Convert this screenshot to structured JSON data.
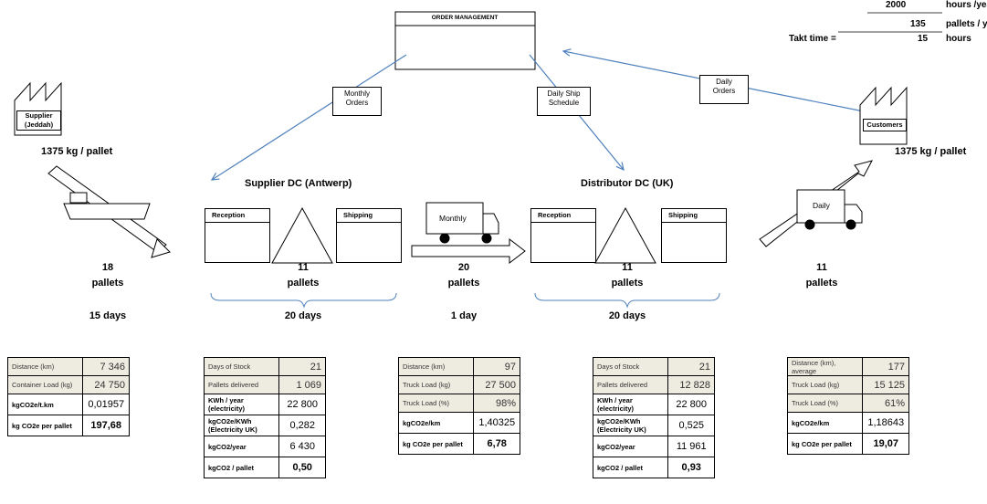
{
  "takt": {
    "hours_value": "2000",
    "hours_unit": "hours /year",
    "pallets_value": "135",
    "pallets_unit": "pallets / year",
    "label": "Takt time =",
    "takt_value": "15",
    "takt_unit": "hours"
  },
  "order_management": {
    "title": "ORDER MANAGEMENT"
  },
  "flows": {
    "monthly_orders": "Monthly\nOrders",
    "daily_ship": "Daily Ship\nSchedule",
    "daily_orders": "Daily\nOrders"
  },
  "supplier": {
    "name": "Supplier\n(Jeddah)",
    "pallet_weight": "1375 kg / pallet"
  },
  "customers": {
    "name": "Customers",
    "pallet_weight": "1375 kg / pallet"
  },
  "supplier_dc": {
    "title": "Supplier DC (Antwerp)",
    "reception": "Reception",
    "shipping": "Shipping"
  },
  "distributor_dc": {
    "title": "Distributor DC (UK)",
    "reception": "Reception",
    "shipping": "Shipping"
  },
  "trucks": {
    "monthly": "Monthly",
    "daily": "Daily"
  },
  "inventory": [
    {
      "count": "18",
      "unit": "pallets",
      "time": "15 days"
    },
    {
      "count": "11",
      "unit": "pallets",
      "time": "20 days"
    },
    {
      "count": "20",
      "unit": "pallets",
      "time": "1 day"
    },
    {
      "count": "11",
      "unit": "pallets",
      "time": "20 days"
    },
    {
      "count": "11",
      "unit": "pallets",
      "time": ""
    }
  ],
  "tables": [
    {
      "rows": [
        {
          "k": "Distance (km)",
          "v": "7 346",
          "style": "shade"
        },
        {
          "k": "Container Load (kg)",
          "v": "24 750",
          "style": "shade"
        },
        {
          "k": "kgCO2e/t.km",
          "v": "0,01957",
          "style": "plain"
        },
        {
          "k": "kg CO2e per pallet",
          "v": "197,68",
          "style": "plainbold"
        }
      ]
    },
    {
      "rows": [
        {
          "k": "Days of Stock",
          "v": "21",
          "style": "shade"
        },
        {
          "k": "Pallets delivered",
          "v": "1 069",
          "style": "shade"
        },
        {
          "k": "KWh / year (electricity)",
          "v": "22 800",
          "style": "plain"
        },
        {
          "k": "kgCO2e/KWh (Electricity UK)",
          "v": "0,282",
          "style": "plain"
        },
        {
          "k": "kgCO2/year",
          "v": "6 430",
          "style": "plain"
        },
        {
          "k": "kgCO2 / pallet",
          "v": "0,50",
          "style": "plainbold"
        }
      ]
    },
    {
      "rows": [
        {
          "k": "Distance (km)",
          "v": "97",
          "style": "shade"
        },
        {
          "k": "Truck Load (kg)",
          "v": "27 500",
          "style": "shade"
        },
        {
          "k": "Truck Load (%)",
          "v": "98%",
          "style": "shade"
        },
        {
          "k": "kgCO2e/km",
          "v": "1,40325",
          "style": "plain"
        },
        {
          "k": "kg CO2e per pallet",
          "v": "6,78",
          "style": "plainbold"
        }
      ]
    },
    {
      "rows": [
        {
          "k": "Days of Stock",
          "v": "21",
          "style": "shade"
        },
        {
          "k": "Pallets delivered",
          "v": "12 828",
          "style": "shade"
        },
        {
          "k": "KWh / year (electricity)",
          "v": "22 800",
          "style": "plain"
        },
        {
          "k": "kgCO2e/KWh (Electricity UK)",
          "v": "0,525",
          "style": "plain"
        },
        {
          "k": "kgCO2/year",
          "v": "11 961",
          "style": "plain"
        },
        {
          "k": "kgCO2 / pallet",
          "v": "0,93",
          "style": "plainbold"
        }
      ]
    },
    {
      "rows": [
        {
          "k": "Distance (km), average",
          "v": "177",
          "style": "shade"
        },
        {
          "k": "Truck Load (kg)",
          "v": "15 125",
          "style": "shade"
        },
        {
          "k": "Truck Load (%)",
          "v": "61%",
          "style": "shade"
        },
        {
          "k": "kgCO2e/km",
          "v": "1,18643",
          "style": "plain"
        },
        {
          "k": "kg CO2e per pallet",
          "v": "19,07",
          "style": "plainbold"
        }
      ]
    }
  ]
}
